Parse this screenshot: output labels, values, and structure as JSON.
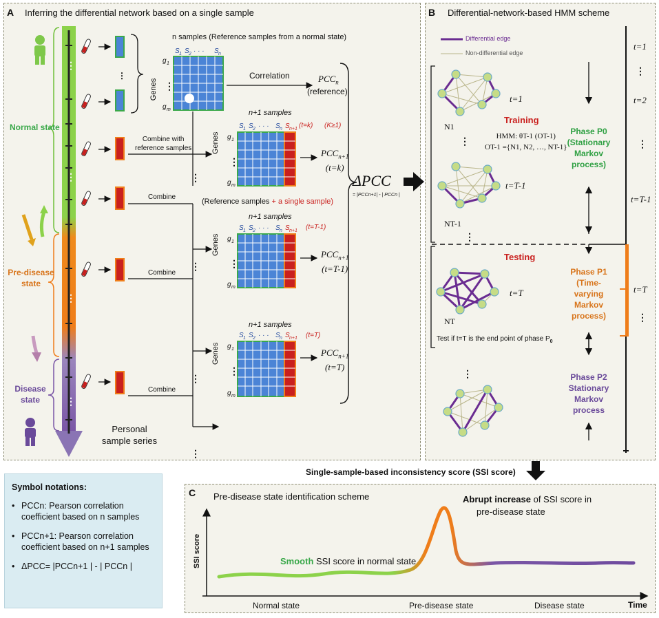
{
  "panel_a": {
    "letter": "A",
    "title": "Inferring the differential network based on a single sample",
    "states": {
      "normal": "Normal state",
      "predisease": "Pre-disease state",
      "disease": "Disease state"
    },
    "series_caption": "Personal sample series",
    "ref_note": "n samples  (Reference samples from a normal state)",
    "correlation": "Correlation",
    "pcc_n": "PCC",
    "pcc_n_sub": "n",
    "reference": "(reference)",
    "combine_with": "Combine with",
    "reference_samples": "reference samples",
    "combine": "Combine",
    "ref_plus_a": "(Reference samples ",
    "ref_plus_b": "+ a single sample)",
    "n1_samples": "n+1 samples",
    "genes": "Genes",
    "pcc_n1": "PCC",
    "pcc_n1_sub": "n+1",
    "t_k": "(t=k)",
    "k_ge_1": "(K≥1)",
    "t_T1": "(t=T-1)",
    "t_T": "(t=T)",
    "delta_pcc": "ΔPCC",
    "delta_pcc_def": "= |PCCn+1| - | PCCn |"
  },
  "panel_b": {
    "letter": "B",
    "title": "Differential-network-based HMM scheme",
    "legend_diff": "Differential edge",
    "legend_nondiff": "Non-differential edge",
    "training": "Training",
    "testing": "Testing",
    "hmm_line1": "HMM: θT-1 (OT-1)",
    "hmm_line2": "OT-1 ={N1, N2, …, NT-1}",
    "t1": "t=1",
    "tT1": "t=T-1",
    "tT": "t=T",
    "n1": "N1",
    "nT1": "NT-1",
    "nT": "NT",
    "test_text": "Test if t=T is the end point of phase P",
    "test_text_sub": "0",
    "phase0": [
      "Phase P0",
      "(Stationary",
      "Markov",
      "process)"
    ],
    "phase1": [
      "Phase P1",
      "(Time-",
      "varying",
      "Markov",
      "process)"
    ],
    "phase2": [
      "Phase P2",
      "Stationary",
      "Markov",
      "process"
    ],
    "axis_ticks": [
      "t=1",
      "t=2",
      "t=T-1",
      "t=T"
    ]
  },
  "ssi_header": "Single-sample-based  inconsistency score (SSI score)",
  "panel_c": {
    "letter": "C",
    "title": "Pre-disease state identification scheme",
    "abrupt_bold": "Abrupt increase",
    "abrupt_rest1": " of SSI score in",
    "abrupt_rest2": "pre-disease state",
    "smooth_bold": "Smooth",
    "smooth_rest": " SSI score in normal state",
    "ylabel": "SSI score",
    "xlabel": "Time",
    "normal": "Normal state",
    "predisease": "Pre-disease state",
    "disease": "Disease state"
  },
  "notes": {
    "heading": "Symbol notations:",
    "items": [
      "PCCn: Pearson correlation coefficient based on n samples",
      "PCCn+1: Pearson correlation coefficient based on n+1 samples",
      "ΔPCC= |PCCn+1 | - | PCCn |"
    ]
  },
  "colors": {
    "normal": "#8cd24a",
    "predisease": "#ef7d1a",
    "disease": "#7a56a6",
    "sample_blue": "#4b84d6",
    "sample_red": "#c9201e",
    "edge_purple": "#6a2c91",
    "node_green": "#c6dc86"
  }
}
